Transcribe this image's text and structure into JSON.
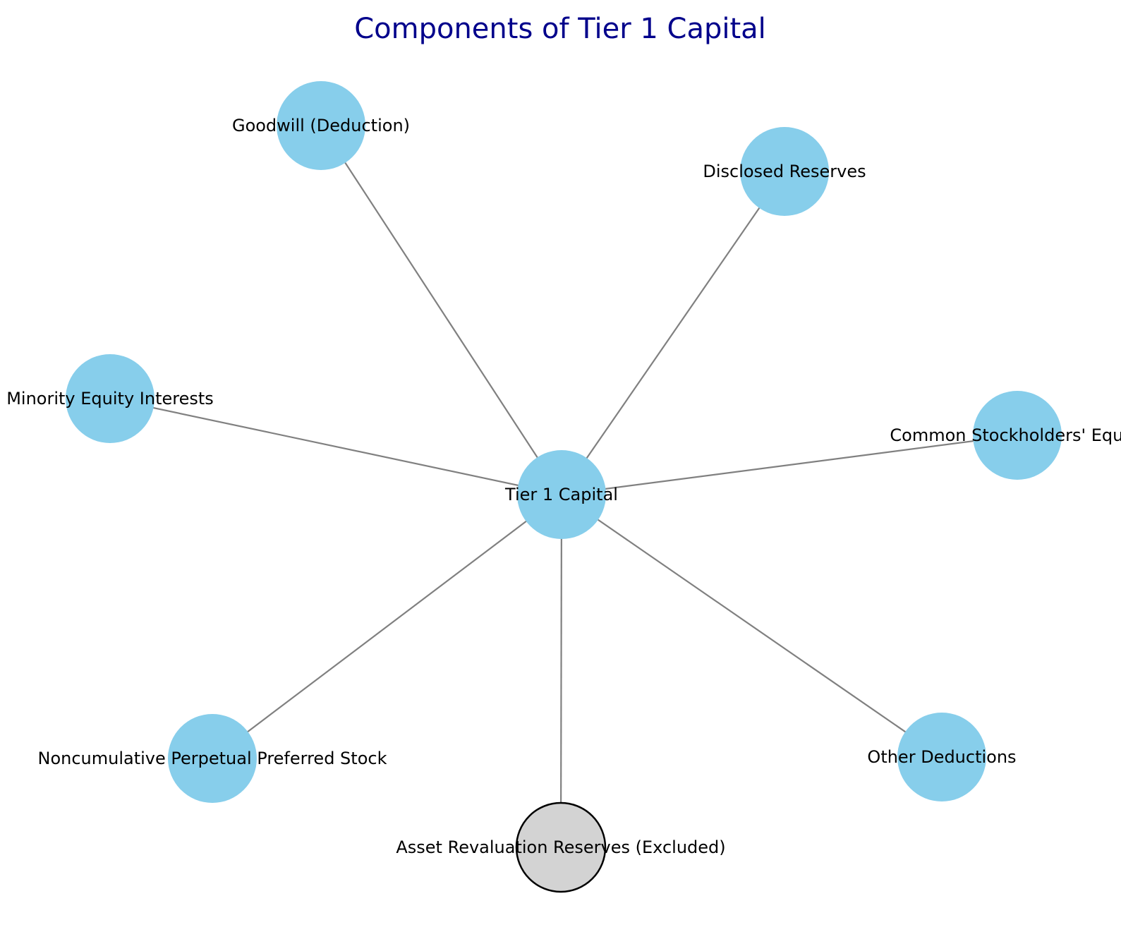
{
  "title": "Components of Tier 1 Capital",
  "colors": {
    "title": "#00008B",
    "node_fill": "#87CEEB",
    "excluded_fill": "#D3D3D3",
    "excluded_stroke": "#000000",
    "edge": "#808080",
    "label": "#000000"
  },
  "nodes": [
    {
      "id": "center",
      "label": "Tier 1 Capital",
      "excluded": false
    },
    {
      "id": "goodwill",
      "label": "Goodwill (Deduction)",
      "excluded": false
    },
    {
      "id": "disclosed",
      "label": "Disclosed Reserves",
      "excluded": false
    },
    {
      "id": "minority",
      "label": "Minority Equity Interests",
      "excluded": false
    },
    {
      "id": "common",
      "label": "Common Stockholders' Equity",
      "excluded": false
    },
    {
      "id": "noncumulative",
      "label": "Noncumulative Perpetual Preferred Stock",
      "excluded": false
    },
    {
      "id": "asset",
      "label": "Asset Revaluation Reserves (Excluded)",
      "excluded": true
    },
    {
      "id": "other",
      "label": "Other Deductions",
      "excluded": false
    }
  ],
  "edges": [
    {
      "from": "center",
      "to": "goodwill"
    },
    {
      "from": "center",
      "to": "disclosed"
    },
    {
      "from": "center",
      "to": "minority"
    },
    {
      "from": "center",
      "to": "common"
    },
    {
      "from": "center",
      "to": "noncumulative"
    },
    {
      "from": "center",
      "to": "asset"
    },
    {
      "from": "center",
      "to": "other"
    }
  ]
}
